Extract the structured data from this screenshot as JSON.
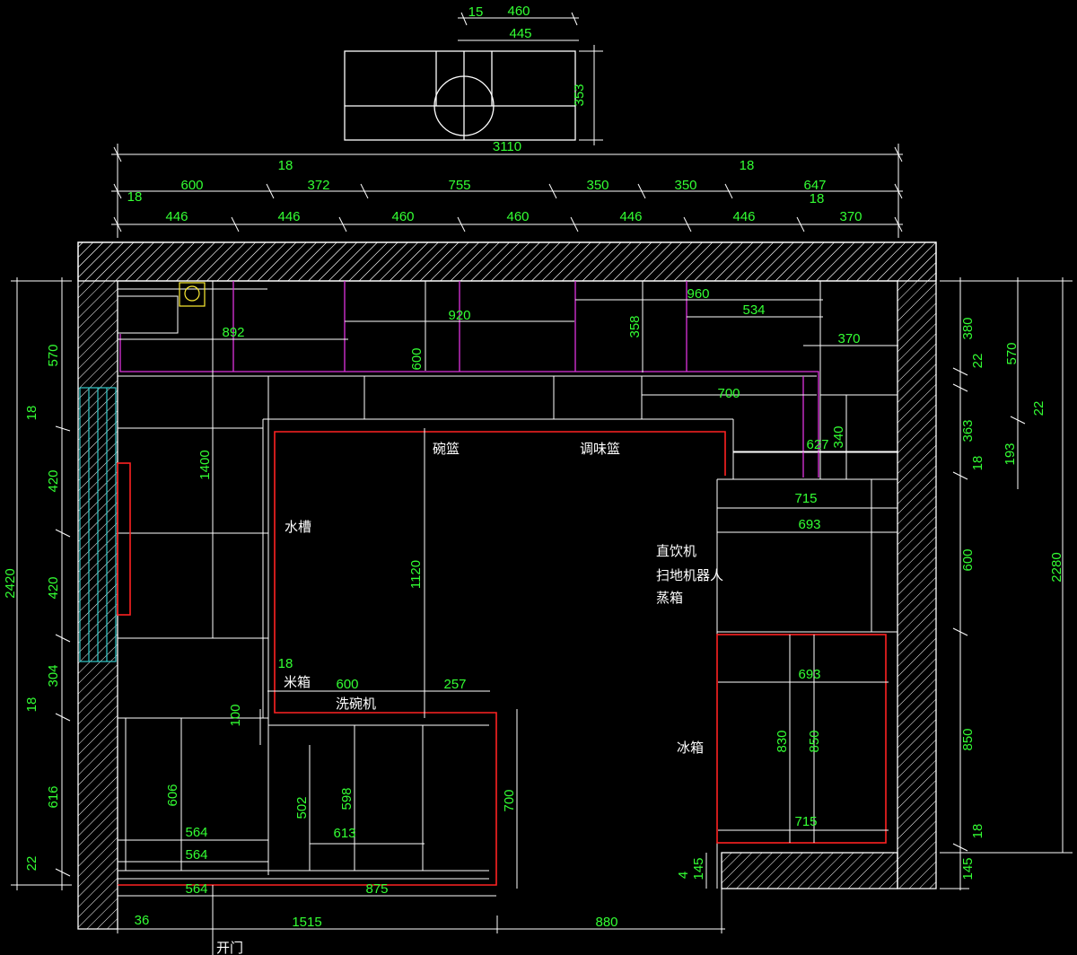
{
  "colors": {
    "background": "#000000",
    "wall": "#ffffff",
    "dimension": "#33ff33",
    "cabinet_red": "#ff2222",
    "upper_magenta": "#dd33dd",
    "window_cyan": "#33cccc",
    "fixture_yellow": "#ffee33"
  },
  "labels": {
    "bowl_basket": "碗篮",
    "seasoning_basket": "调味篮",
    "sink": "水槽",
    "water_dispenser": "直饮机",
    "robot_vacuum": "扫地机器人",
    "steam_oven": "蒸箱",
    "rice_box": "米箱",
    "dishwasher": "洗碗机",
    "fridge": "冰箱",
    "door_open": "开门"
  },
  "dims": {
    "hood_15": "15",
    "hood_460": "460",
    "hood_445": "445",
    "hood_353": "353",
    "total_width": "3110",
    "r2_600": "600",
    "r2_18a": "18",
    "r2_372": "372",
    "r2_755": "755",
    "r2_350a": "350",
    "r2_350b": "350",
    "r2_18b": "18",
    "r2_647": "647",
    "r3_18": "18",
    "r3_446a": "446",
    "r3_446b": "446",
    "r3_460a": "460",
    "r3_460b": "460",
    "r3_446c": "446",
    "r3_446d": "446",
    "r3_18b": "18",
    "r3_370": "370",
    "in_892": "892",
    "in_920": "920",
    "in_960": "960",
    "in_534": "534",
    "in_358": "358",
    "in_600a": "600",
    "in_370": "370",
    "in_700": "700",
    "in_340": "340",
    "in_627": "627",
    "in_715a": "715",
    "in_693a": "693",
    "in_1400": "1400",
    "in_1120": "1120",
    "in_18c": "18",
    "in_600b": "600",
    "in_257": "257",
    "in_100": "100",
    "in_606": "606",
    "in_502": "502",
    "in_598": "598",
    "in_564a": "564",
    "in_613": "613",
    "in_564b": "564",
    "in_564c": "564",
    "in_875": "875",
    "in_700b": "700",
    "in_693b": "693",
    "in_830": "830",
    "in_850": "850",
    "in_715b": "715",
    "in_4": "4",
    "in_145a": "145",
    "b_36": "36",
    "b_1515": "1515",
    "b_880": "880",
    "l_2420": "2420",
    "l_570": "570",
    "l_18a": "18",
    "l_420a": "420",
    "l_420b": "420",
    "l_304": "304",
    "l_18b": "18",
    "l_616": "616",
    "l_22": "22",
    "r_380": "380",
    "r_22a": "22",
    "r_363": "363",
    "r_18": "18",
    "r_600": "600",
    "r_850": "850",
    "r_18b": "18",
    "r_145": "145",
    "rr_570": "570",
    "rr_22": "22",
    "rr_193": "193",
    "rr_2280": "2280"
  }
}
